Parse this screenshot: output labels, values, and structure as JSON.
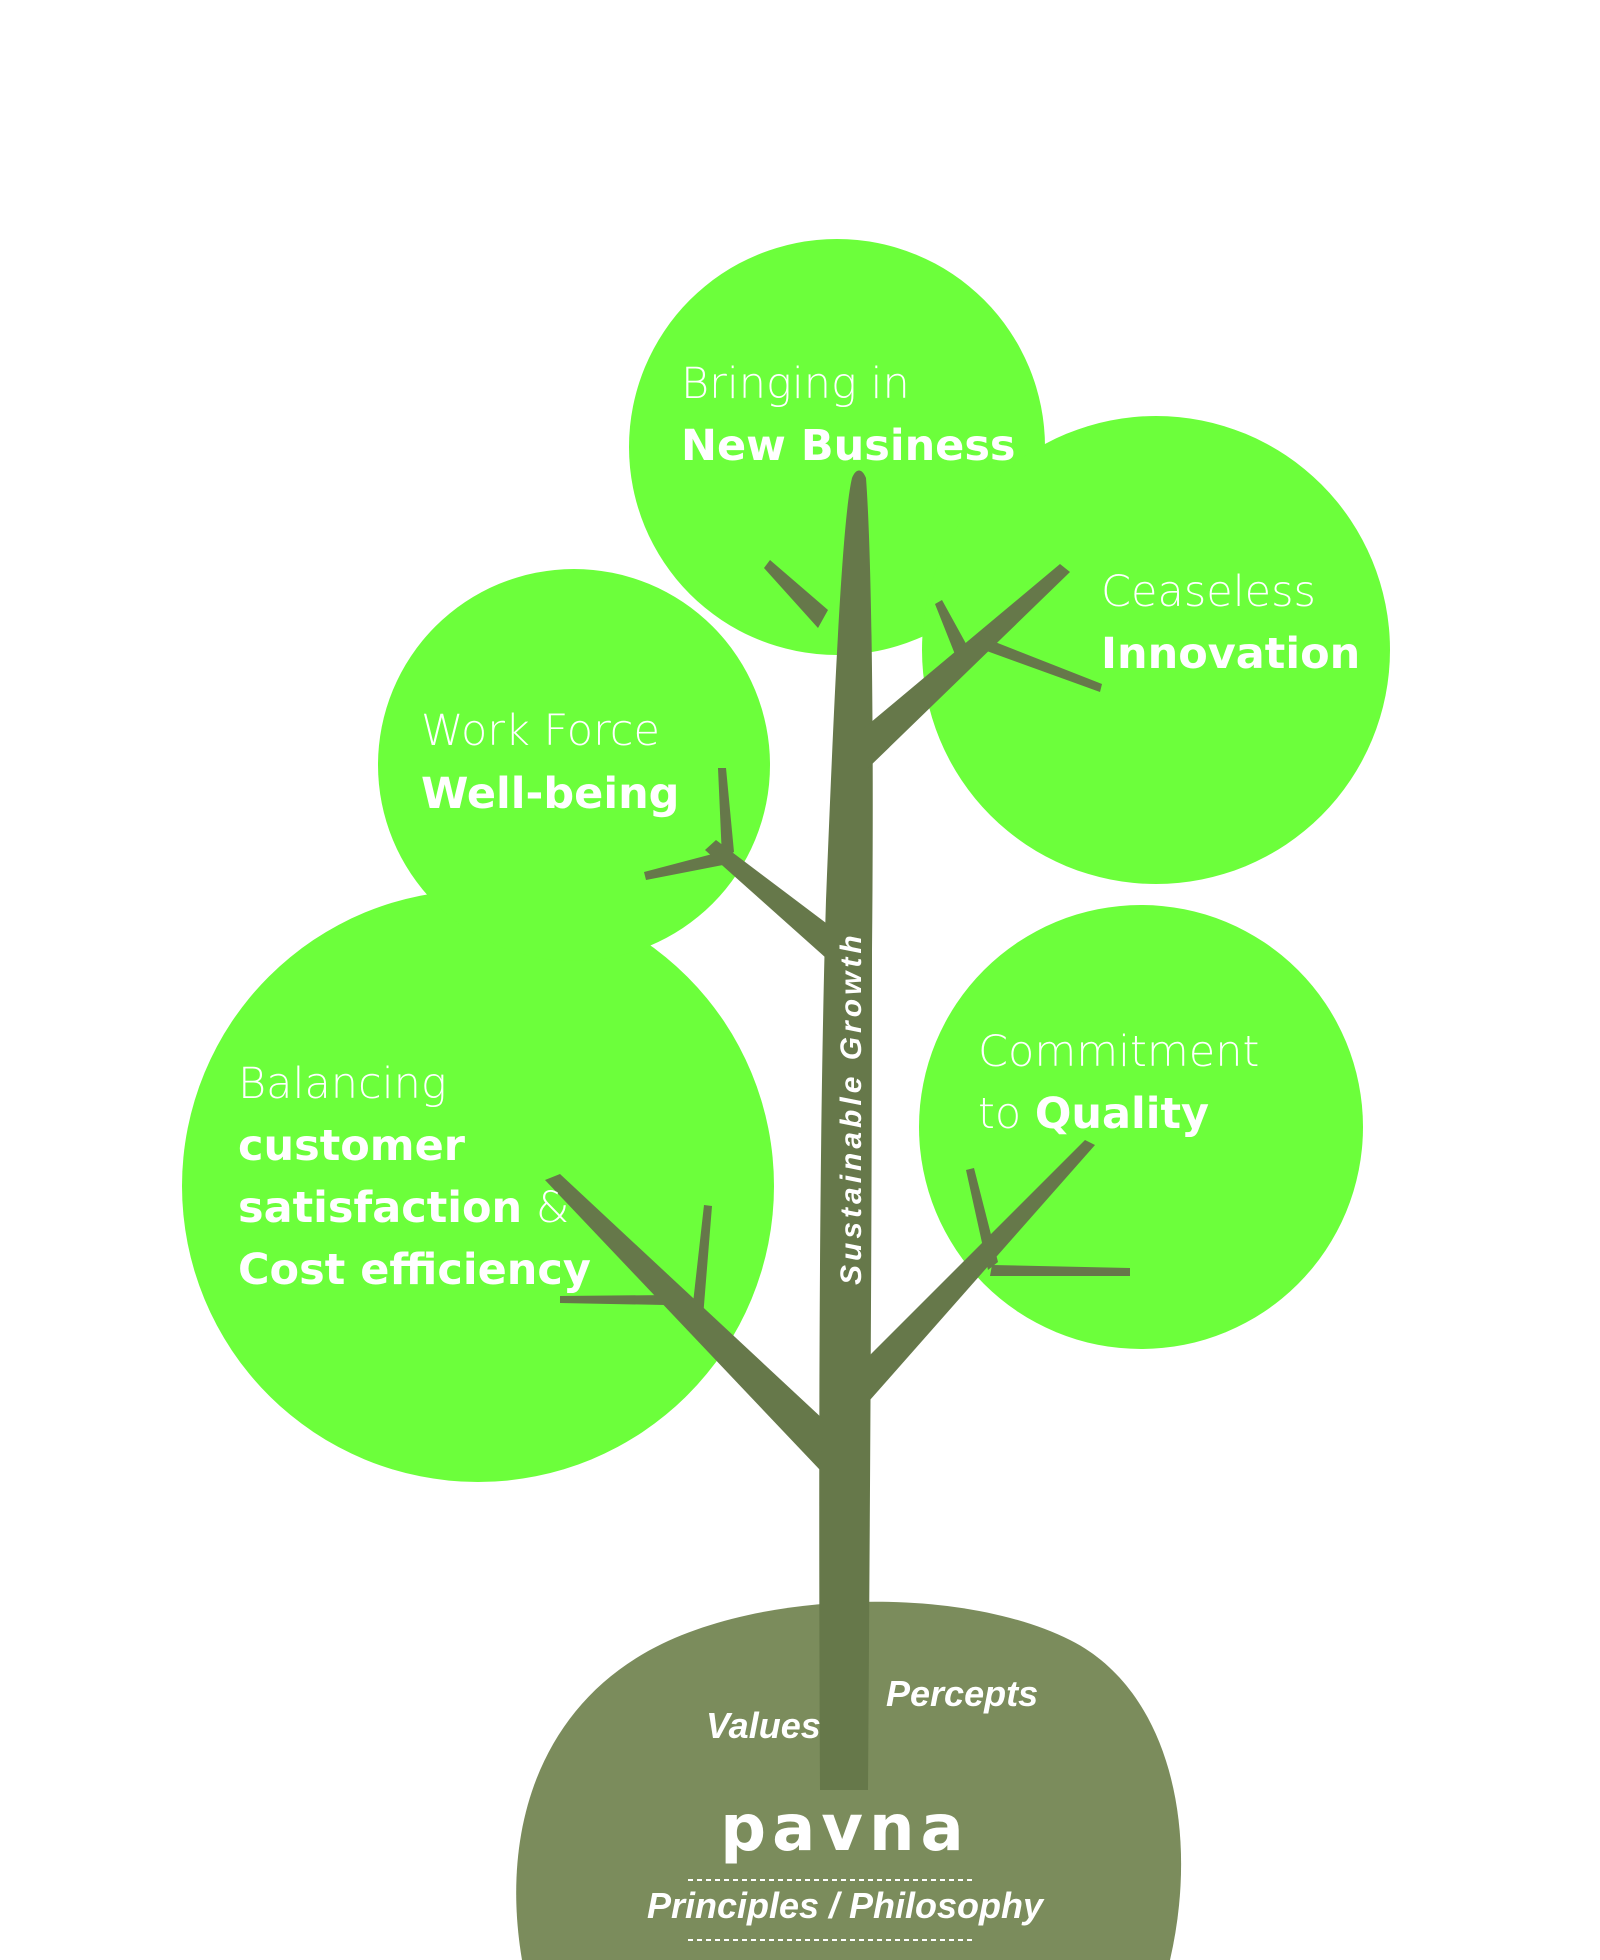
{
  "colors": {
    "leaf": "#6cff3b",
    "trunk": "#66784a",
    "soil": "#7b8c5c",
    "text": "#ffffff"
  },
  "leaves": [
    {
      "id": "new-business",
      "line1": "Bringing in",
      "line2": "New Business"
    },
    {
      "id": "innovation",
      "line1": "Ceaseless",
      "line2": "Innovation"
    },
    {
      "id": "workforce",
      "line1": "Work Force",
      "line2": "Well-being"
    },
    {
      "id": "quality",
      "line1_plain": "Commitment",
      "line2_plain": "to ",
      "line2_bold": "Quality"
    },
    {
      "id": "balancing",
      "line1": "Balancing",
      "line2": "customer",
      "line3_bold": "satisfaction",
      "line3_plain": " &",
      "line4": "Cost efficiency"
    }
  ],
  "trunk_label": "Sustainable Growth",
  "roots": {
    "values": "Values",
    "percepts": "Percepts",
    "logo_text": "pavna",
    "principles": "Principles / Philosophy"
  }
}
